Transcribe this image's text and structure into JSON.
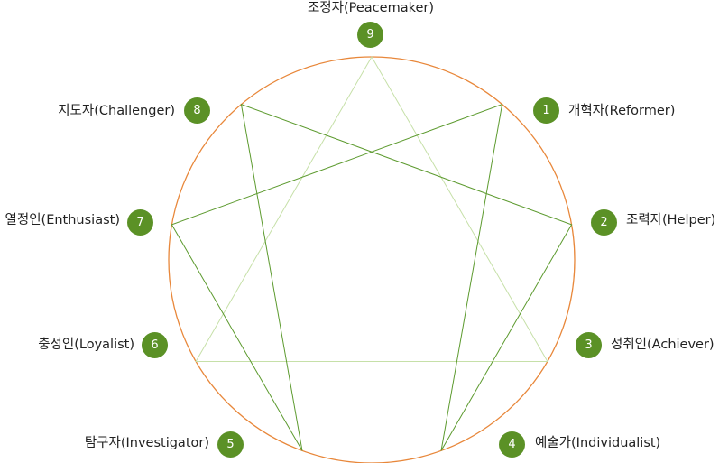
{
  "colors": {
    "circle": "#e8873a",
    "triangle": "#c6e0a8",
    "hexad": "#5c9a2e",
    "badge": "#5b9126"
  },
  "types": [
    {
      "number": "1",
      "label": "개혁자(Reformer)"
    },
    {
      "number": "2",
      "label": "조력자(Helper)"
    },
    {
      "number": "3",
      "label": "성취인(Achiever)"
    },
    {
      "number": "4",
      "label": "예술가(Individualist)"
    },
    {
      "number": "5",
      "label": "탐구자(Investigator)"
    },
    {
      "number": "6",
      "label": "충성인(Loyalist)"
    },
    {
      "number": "7",
      "label": "열정인(Enthusiast)"
    },
    {
      "number": "8",
      "label": "지도자(Challenger)"
    },
    {
      "number": "9",
      "label": "조정자(Peacemaker)"
    }
  ]
}
